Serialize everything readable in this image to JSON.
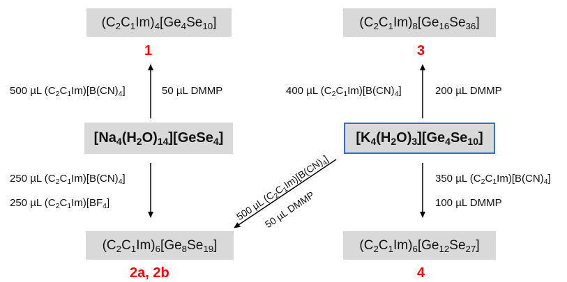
{
  "products": {
    "p1": {
      "formula_parts": [
        "(C",
        "2",
        "C",
        "1",
        "Im)",
        "4",
        "[Ge",
        "4",
        "Se",
        "10",
        "]"
      ],
      "number": "1"
    },
    "p3": {
      "formula_parts": [
        "(C",
        "2",
        "C",
        "1",
        "Im)",
        "8",
        "[Ge",
        "16",
        "Se",
        "36",
        "]"
      ],
      "number": "3"
    },
    "p2": {
      "formula_parts": [
        "(C",
        "2",
        "C",
        "1",
        "Im)",
        "6",
        "[Ge",
        "8",
        "Se",
        "19",
        "]"
      ],
      "number": "2a, 2b"
    },
    "p4": {
      "formula_parts": [
        "(C",
        "2",
        "C",
        "1",
        "Im)",
        "6",
        "[Ge",
        "12",
        "Se",
        "27",
        "]"
      ],
      "number": "4"
    }
  },
  "reactants": {
    "na": {
      "formula_parts": [
        "[Na",
        "4",
        "(H",
        "2",
        "O)",
        "14",
        "][GeSe",
        "4",
        "]"
      ]
    },
    "k": {
      "formula_parts": [
        "[K",
        "4",
        "(H",
        "2",
        "O)",
        "3",
        "][Ge",
        "4",
        "Se",
        "10",
        "]"
      ]
    }
  },
  "conditions": {
    "to1_il": [
      "500 µL (C",
      "2",
      "C",
      "1",
      "Im)[B(CN)",
      "4",
      "]"
    ],
    "to1_dmmp": "50 µL DMMP",
    "to3_il": [
      "400 µL (C",
      "2",
      "C",
      "1",
      "Im)[B(CN)",
      "4",
      "]"
    ],
    "to3_dmmp": "200 µL DMMP",
    "to2_il1": [
      "250 µL (C",
      "2",
      "C",
      "1",
      "Im)[B(CN)",
      "4",
      "]"
    ],
    "to2_il2": [
      "250 µL (C",
      "2",
      "C",
      "1",
      "Im)[BF",
      "4",
      "]"
    ],
    "diag_il": [
      "500 µL (C",
      "2",
      "C",
      "1",
      "Im)[B(CN)",
      "4",
      "]"
    ],
    "diag_dmmp": "50 µL DMMP",
    "to4_il": [
      "350 µL (C",
      "2",
      "C",
      "1",
      "Im)[B(CN)",
      "4",
      "]"
    ],
    "to4_dmmp": "100 µL DMMP"
  },
  "colors": {
    "box_fill": "#d9d9d9",
    "number_red": "#ff0000",
    "arrow": "#000000"
  }
}
